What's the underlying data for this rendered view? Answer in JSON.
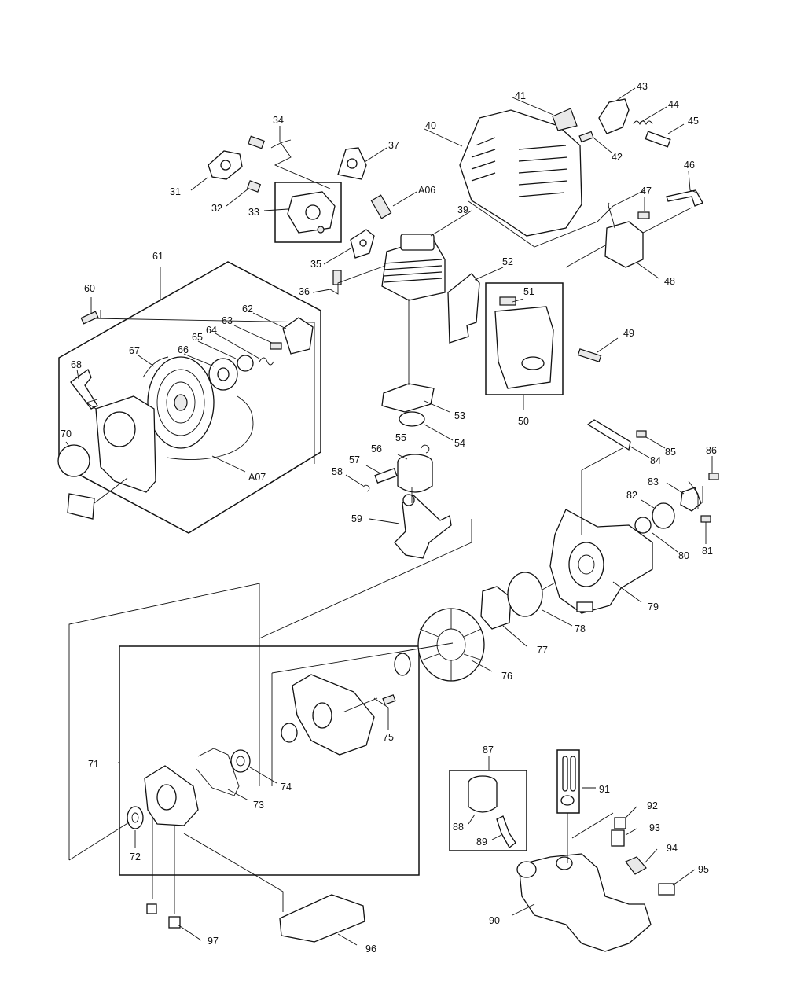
{
  "labels": {
    "p31": "31",
    "p32": "32",
    "p33": "33",
    "p34": "34",
    "p35": "35",
    "p36": "36",
    "p37": "37",
    "pA06": "A06",
    "p39": "39",
    "p40": "40",
    "p41": "41",
    "p42": "42",
    "p43": "43",
    "p44": "44",
    "p45": "45",
    "p46": "46",
    "p47": "47",
    "p48": "48",
    "p49": "49",
    "p50": "50",
    "p51": "51",
    "p52": "52",
    "p53": "53",
    "p54": "54",
    "p55": "55",
    "p56": "56",
    "p57": "57",
    "p58": "58",
    "p59": "59",
    "p60": "60",
    "p61": "61",
    "p62": "62",
    "p63": "63",
    "p64": "64",
    "p65": "65",
    "p66": "66",
    "p67": "67",
    "p68": "68",
    "p70": "70",
    "pA07": "A07",
    "p71": "71",
    "p72": "72",
    "p73": "73",
    "p74": "74",
    "p75": "75",
    "p76": "76",
    "p77": "77",
    "p78": "78",
    "p79": "79",
    "p80": "80",
    "p81": "81",
    "p82": "82",
    "p83": "83",
    "p84": "84",
    "p85": "85",
    "p86": "86",
    "p87": "87",
    "p88": "88",
    "p89": "89",
    "p90": "90",
    "p91": "91",
    "p92": "92",
    "p93": "93",
    "p94": "94",
    "p95": "95",
    "p96": "96",
    "p97": "97"
  }
}
